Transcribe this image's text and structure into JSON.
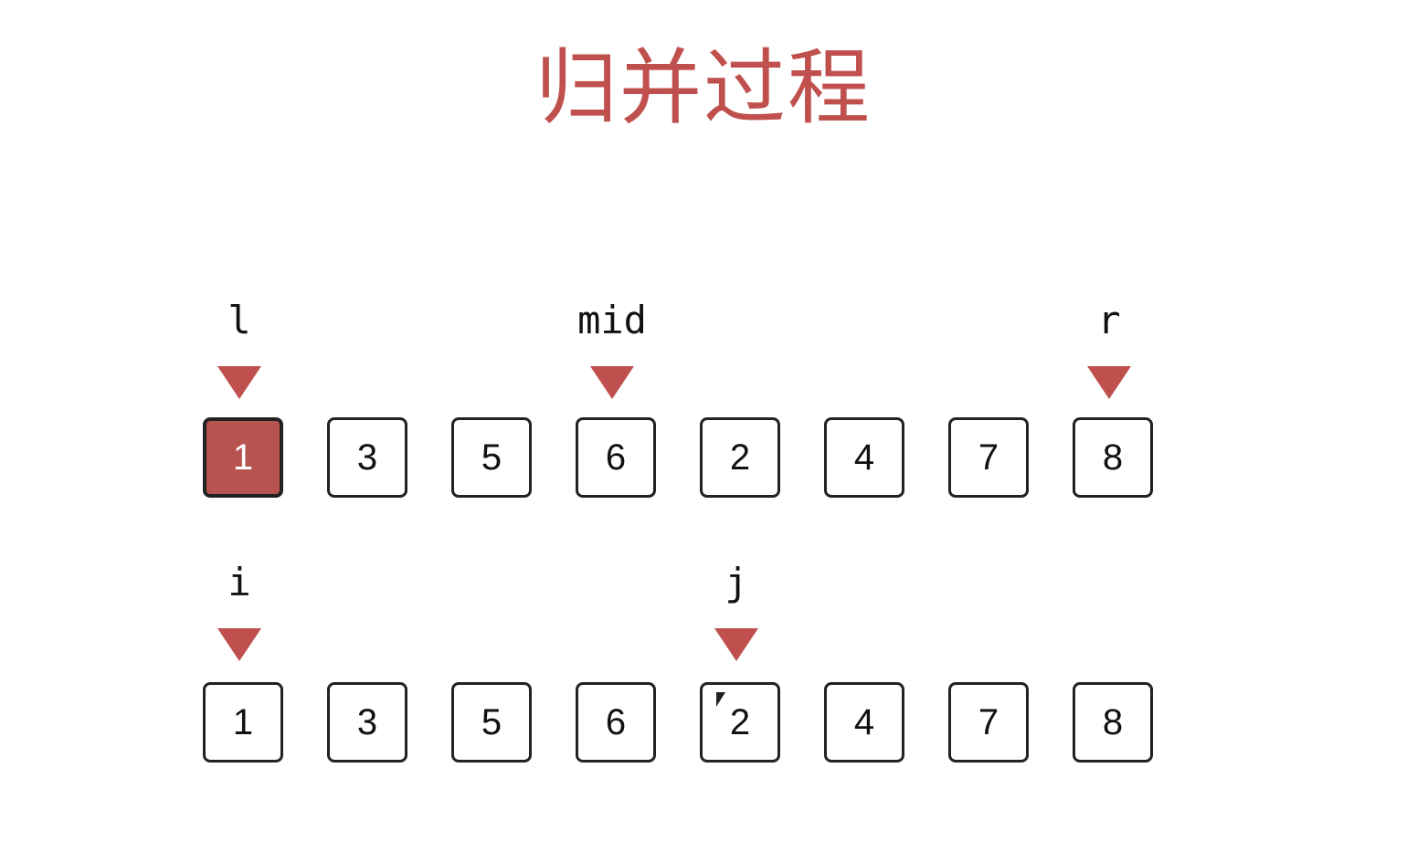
{
  "title": "归并过程",
  "colors": {
    "accent": "#c0504d",
    "cell_fill_active": "#b85450",
    "border": "#222222"
  },
  "rows": [
    {
      "cells": [
        "1",
        "3",
        "5",
        "6",
        "2",
        "4",
        "7",
        "8"
      ],
      "active_index": 0,
      "pointers": [
        {
          "label": "l",
          "index": 0
        },
        {
          "label": "mid",
          "index": 3
        },
        {
          "label": "r",
          "index": 7
        }
      ]
    },
    {
      "cells": [
        "1",
        "3",
        "5",
        "6",
        "2",
        "4",
        "7",
        "8"
      ],
      "active_index": -1,
      "pointers": [
        {
          "label": "i",
          "index": 0
        },
        {
          "label": "j",
          "index": 4
        }
      ]
    }
  ]
}
